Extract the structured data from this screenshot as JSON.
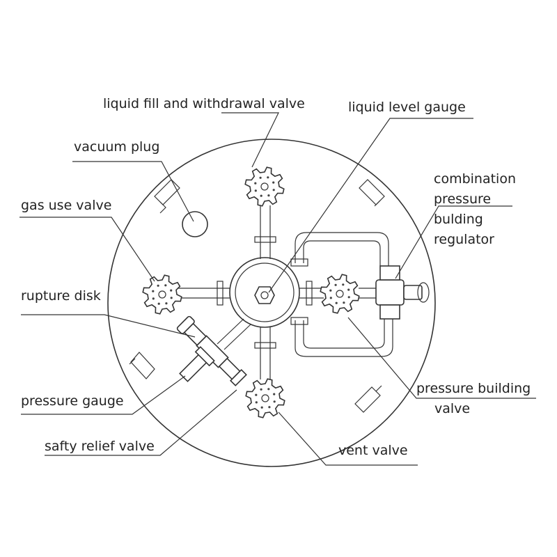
{
  "labels": {
    "liquid_fill": "liquid fill and withdrawal valve",
    "liquid_level": "liquid level gauge",
    "vacuum_plug": "vacuum plug",
    "combination": [
      "combination",
      "pressure",
      "bulding",
      "regulator"
    ],
    "gas_use": "gas use valve",
    "rupture": "rupture disk",
    "pressure_building": [
      "pressure building",
      "valve"
    ],
    "pressure_gauge": "pressure gauge",
    "safety_relief": "safty relief valve",
    "vent": "vent valve"
  },
  "colors": {
    "line": "#333333",
    "text": "#222222",
    "background": "#ffffff"
  }
}
